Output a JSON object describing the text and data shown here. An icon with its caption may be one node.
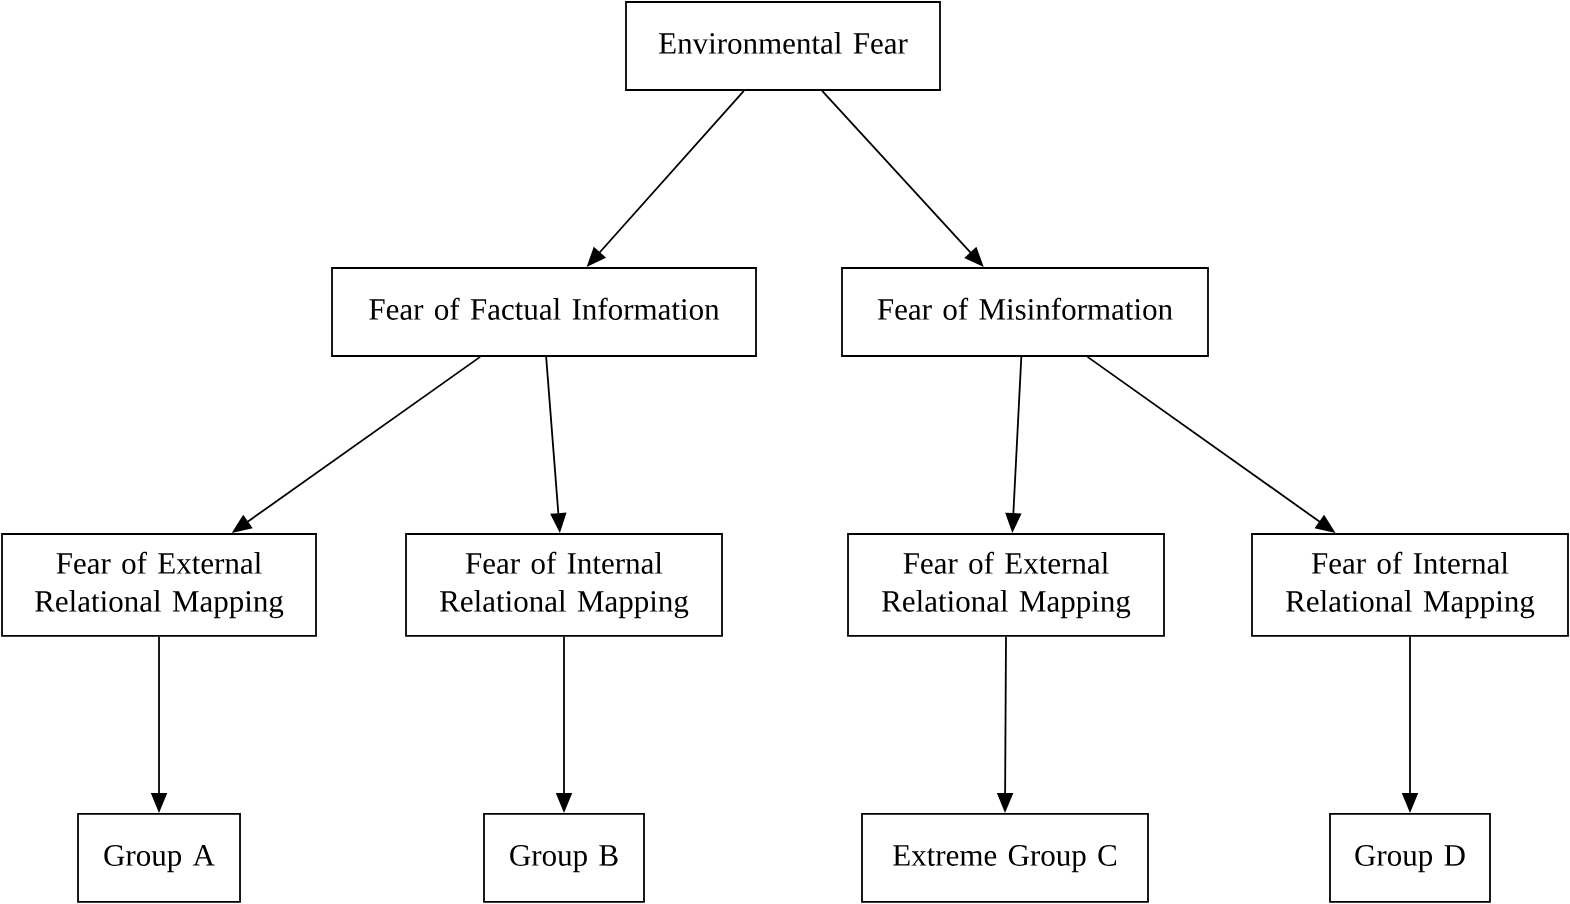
{
  "diagram": {
    "nodes": [
      {
        "text": [
          "Environmental Fear"
        ]
      },
      {
        "text": [
          "Fear of Factual Information"
        ]
      },
      {
        "text": [
          "Fear of Misinformation"
        ]
      },
      {
        "text": [
          "Fear of External Relational Mapping"
        ]
      },
      {
        "text": [
          "Fear of Internal Relational Mapping"
        ]
      },
      {
        "text": [
          "Fear of External Relational Mapping"
        ]
      },
      {
        "text": [
          "Fear of Internal Relational Mapping"
        ]
      },
      {
        "text": [
          "Group A"
        ]
      },
      {
        "text": [
          "Group B"
        ]
      },
      {
        "text": [
          "Extreme Group C"
        ]
      },
      {
        "text": [
          "Group D"
        ]
      }
    ],
    "edges": [
      {
        "from": 0,
        "to": 1,
        "arrow": "to"
      },
      {
        "from": 0,
        "to": 2,
        "arrow": "to"
      },
      {
        "from": 1,
        "to": 3,
        "arrow": "to"
      },
      {
        "from": 1,
        "to": 4,
        "arrow": "to"
      },
      {
        "from": 2,
        "to": 5,
        "arrow": "to"
      },
      {
        "from": 2,
        "to": 6,
        "arrow": "to"
      },
      {
        "from": 3,
        "to": 7,
        "arrow": "to"
      },
      {
        "from": 4,
        "to": 8,
        "arrow": "to"
      },
      {
        "from": 5,
        "to": 9,
        "arrow": "to"
      },
      {
        "from": 6,
        "to": 10,
        "arrow": "to"
      }
    ]
  }
}
